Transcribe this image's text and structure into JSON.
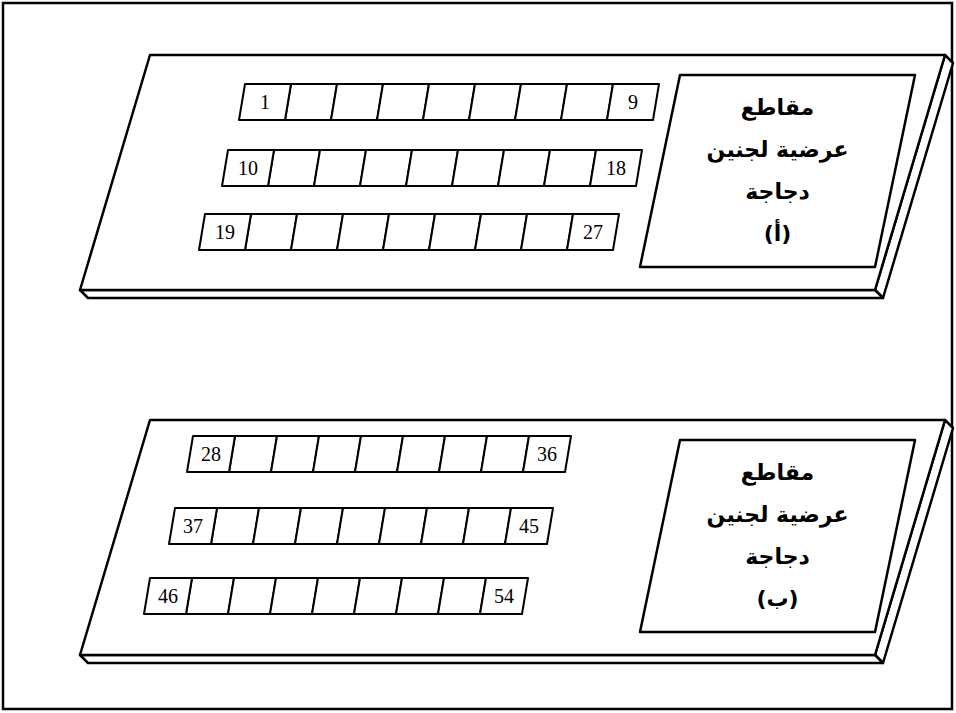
{
  "diagram": {
    "nodes": [
      {
        "text": [
          "مقاطع عرضية لجنين دجاجة",
          "(أ)"
        ]
      },
      {
        "text": [
          "1"
        ]
      },
      {
        "text": [
          "9"
        ]
      },
      {
        "text": [
          "10"
        ]
      },
      {
        "text": [
          "18"
        ]
      },
      {
        "text": [
          "19"
        ]
      },
      {
        "text": [
          "27"
        ]
      },
      {
        "text": [
          "مقاطع عرضية لجنين دجاجة",
          "(ب)"
        ]
      },
      {
        "text": [
          "28"
        ]
      },
      {
        "text": [
          "36"
        ]
      },
      {
        "text": [
          "37"
        ]
      },
      {
        "text": [
          "45"
        ]
      },
      {
        "text": [
          "46"
        ]
      },
      {
        "text": [
          "54"
        ]
      }
    ]
  }
}
